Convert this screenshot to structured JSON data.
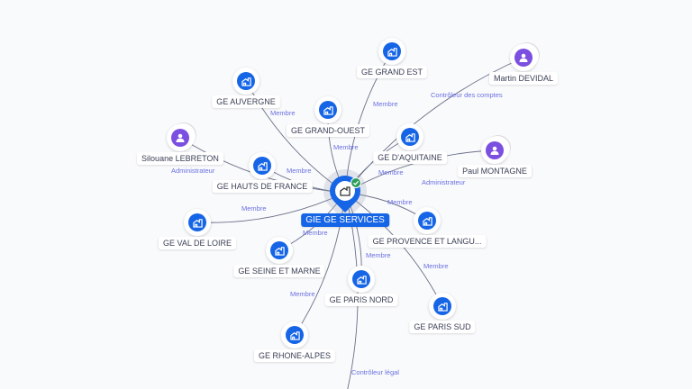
{
  "colors": {
    "company": "#1565e6",
    "person": "#7b4fe0",
    "edge": "#6b7088",
    "edge_label": "#6a70e0",
    "check": "#2e9e5a"
  },
  "center": {
    "label": "GIE GE SERVICES",
    "icon": "building-icon",
    "badge": "check-icon"
  },
  "nodes": [
    {
      "id": "grand-est",
      "label": "GE GRAND EST",
      "type": "company",
      "edge": "Membre"
    },
    {
      "id": "auvergne",
      "label": "GE AUVERGNE",
      "type": "company",
      "edge": "Membre"
    },
    {
      "id": "grand-ouest",
      "label": "GE GRAND-OUEST",
      "type": "company",
      "edge": "Membre"
    },
    {
      "id": "silouane",
      "label": "Silouane LEBRETON",
      "type": "person",
      "edge": "Administrateur"
    },
    {
      "id": "hauts-de-france",
      "label": "GE HAUTS DE FRANCE",
      "type": "company",
      "edge": "Membre"
    },
    {
      "id": "aquitaine",
      "label": "GE D'AQUITAINE",
      "type": "company",
      "edge": "Membre"
    },
    {
      "id": "martin",
      "label": "Martin DEVIDAL",
      "type": "person",
      "edge": "Contrôleur des comptes"
    },
    {
      "id": "paul",
      "label": "Paul MONTAGNE",
      "type": "person",
      "edge": "Administrateur"
    },
    {
      "id": "val-de-loire",
      "label": "GE VAL DE LOIRE",
      "type": "company",
      "edge": "Membre"
    },
    {
      "id": "provence",
      "label": "GE PROVENCE ET LANGU...",
      "type": "company",
      "edge": "Membre"
    },
    {
      "id": "seine-et-marne",
      "label": "GE SEINE ET MARNE",
      "type": "company",
      "edge": "Membre"
    },
    {
      "id": "paris-nord",
      "label": "GE PARIS NORD",
      "type": "company",
      "edge": "Membre"
    },
    {
      "id": "paris-sud",
      "label": "GE PARIS SUD",
      "type": "company",
      "edge": "Membre"
    },
    {
      "id": "rhone-alpes",
      "label": "GE RHONE-ALPES",
      "type": "company",
      "edge": "Membre"
    },
    {
      "id": "offscreen",
      "label": "",
      "type": "offscreen",
      "edge": "Contrôleur légal"
    }
  ]
}
